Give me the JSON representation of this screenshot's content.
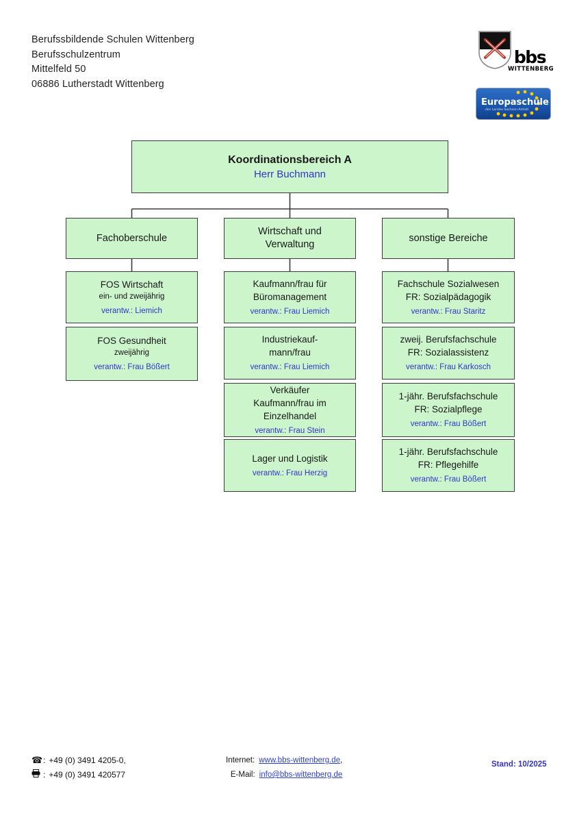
{
  "letterhead": {
    "line1": "Berufssbildende Schulen Wittenberg",
    "line2": "Berufsschulzentrum",
    "line3": "Mittelfeld 50",
    "line4": "06886 Lutherstadt Wittenberg"
  },
  "logo": {
    "crest_alt": "coat-of-arms-wittenberg",
    "bbs_main": "bbs",
    "bbs_sub": "WITTENBERG",
    "europaschule_title": "Europaschule",
    "europaschule_sub": "des Landes Sachsen-Anhalt",
    "badge_color": "#1b56b0",
    "star_color": "#ffcc00"
  },
  "colors": {
    "node_fill": "#ccf5cc",
    "node_border": "#3b3b3b",
    "responsible_text": "#3333cc",
    "link_text": "#2b3fd0"
  },
  "chart": {
    "root": {
      "title": "Koordinationsbereich A",
      "responsible": "Herr Buchmann"
    },
    "columns": [
      {
        "heading": "Fachoberschule",
        "nodes": [
          {
            "title": "FOS Wirtschaft",
            "subtitle": "ein- und zweijährig",
            "responsible": "verantw.: Liemich"
          },
          {
            "title": "FOS Gesundheit",
            "subtitle": "zweijährig",
            "responsible": "verantw.: Frau Bößert"
          }
        ]
      },
      {
        "heading": "Wirtschaft und Verwaltung",
        "heading_line1": "Wirtschaft und",
        "heading_line2": "Verwaltung",
        "nodes": [
          {
            "title": "Kaufmann/frau für Büromanagement",
            "title_line1": "Kaufmann/frau für",
            "title_line2": "Büromanagement",
            "responsible": "verantw.: Frau Liemich"
          },
          {
            "title": "Industriekaufmann/frau",
            "title_line1": "Industriekauf-",
            "title_line2": "mann/frau",
            "responsible": "verantw.: Frau Liemich"
          },
          {
            "title": "Verkäufer Kaufmann/frau im Einzelhandel",
            "title_line1": "Verkäufer",
            "title_line2": "Kaufmann/frau im",
            "title_line3": "Einzelhandel",
            "responsible": "verantw.: Frau Stein"
          },
          {
            "title": "Lager und Logistik",
            "responsible": "verantw.: Frau Herzig"
          }
        ]
      },
      {
        "heading": "sonstige Bereiche",
        "nodes": [
          {
            "title": "Fachschule Sozialwesen",
            "title_line2": "FR: Sozialpädagogik",
            "responsible": "verantw.: Frau Staritz"
          },
          {
            "title": "zweij. Berufsfachschule",
            "title_line2": "FR: Sozialassistenz",
            "responsible": "verantw.: Frau Karkosch"
          },
          {
            "title": "1-jähr. Berufsfachschule",
            "title_line2": "FR: Sozialpflege",
            "responsible": "verantw.: Frau Bößert"
          },
          {
            "title": "1-jähr. Berufsfachschule",
            "title_line2": "FR: Pflegehilfe",
            "responsible": "verantw.: Frau Bößert"
          }
        ]
      }
    ]
  },
  "footer": {
    "phone_icon": "☎",
    "fax_icon": "fax-icon",
    "phone_sep": ":",
    "fax_sep": ":",
    "phone": "+49 (0) 3491 4205-0,",
    "fax": "+49 (0) 3491 420577",
    "internet_label": "Internet:",
    "internet_url": "www.bbs-wittenberg.de",
    "internet_comma": ",",
    "email_label": "E-Mail:",
    "email": "info@bbs-wittenberg.de",
    "stand": "Stand: 10/2025"
  }
}
